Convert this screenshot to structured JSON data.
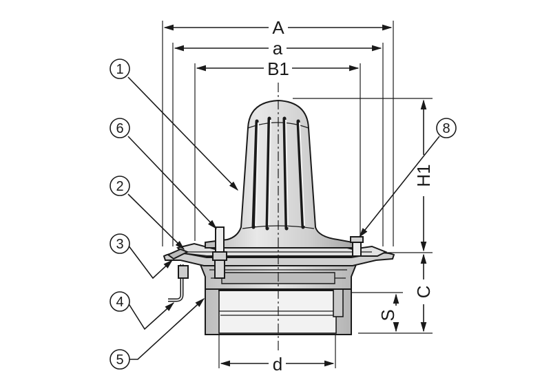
{
  "dimensions": {
    "A": "A",
    "a": "a",
    "B1": "B1",
    "H1": "H1",
    "C": "C",
    "S": "S",
    "d": "d"
  },
  "callouts": [
    "1",
    "6",
    "2",
    "3",
    "4",
    "5",
    "8"
  ],
  "colors": {
    "outline": "#1a1a1a",
    "body_fill": "#cfcfcf",
    "body_fill_light": "#e6e6e6",
    "background": "#ffffff"
  }
}
